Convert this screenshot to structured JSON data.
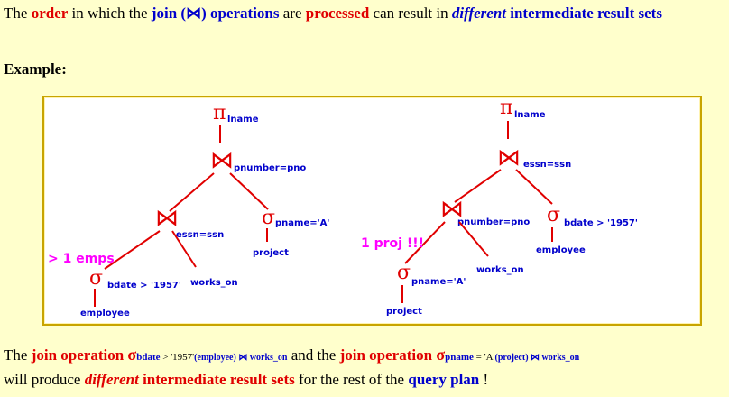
{
  "intro": {
    "t1": "The ",
    "order": "order",
    "t2": " in which the ",
    "join": "join (⋈) operations",
    "t3": " are ",
    "processed": "processed",
    "t4": " can result in ",
    "different": "different",
    "t5": " ",
    "intermediate": "intermediate result sets"
  },
  "example_label": "Example:",
  "diagram": {
    "left_tree": {
      "pi": "π",
      "lname": "lname",
      "join_top_label": "pnumber=pno",
      "join_low_label": "essn=ssn",
      "sigma_project_label": "pname='A'",
      "project": "project",
      "sigma_emp_label": "bdate > '1957'",
      "employee": "employee",
      "works_on": "works_on",
      "annotation": "> 1 emps"
    },
    "right_tree": {
      "pi": "π",
      "lname": "lname",
      "join_top_label": "essn=ssn",
      "join_low_label": "pnumber=pno",
      "sigma_emp_label": "bdate > '1957'",
      "employee": "employee",
      "works_on": "works_on",
      "sigma_project_label": "pname='A'",
      "project": "project",
      "annotation": "1 proj !!!"
    },
    "sigma_symbol": "σ",
    "join_symbol": "⋈"
  },
  "bottom": {
    "t1": "The ",
    "join_op1": "join operation",
    "sigma1": "σ",
    "sub1a": "bdate",
    "sub1b": " > '1957'",
    "sub1c": "(employee) ⋈ works_on",
    "t2": " and the ",
    "join_op2": "join operation",
    "sigma2": "σ",
    "sub2a": "pname",
    "sub2b": " = 'A'",
    "sub2c": "(project) ⋈ works_on",
    "t3": "will produce ",
    "different": "different",
    "t4": " ",
    "intermediate": "intermediate result sets",
    "t5": " for the rest of the ",
    "query_plan": "query plan",
    "t6": " !"
  }
}
